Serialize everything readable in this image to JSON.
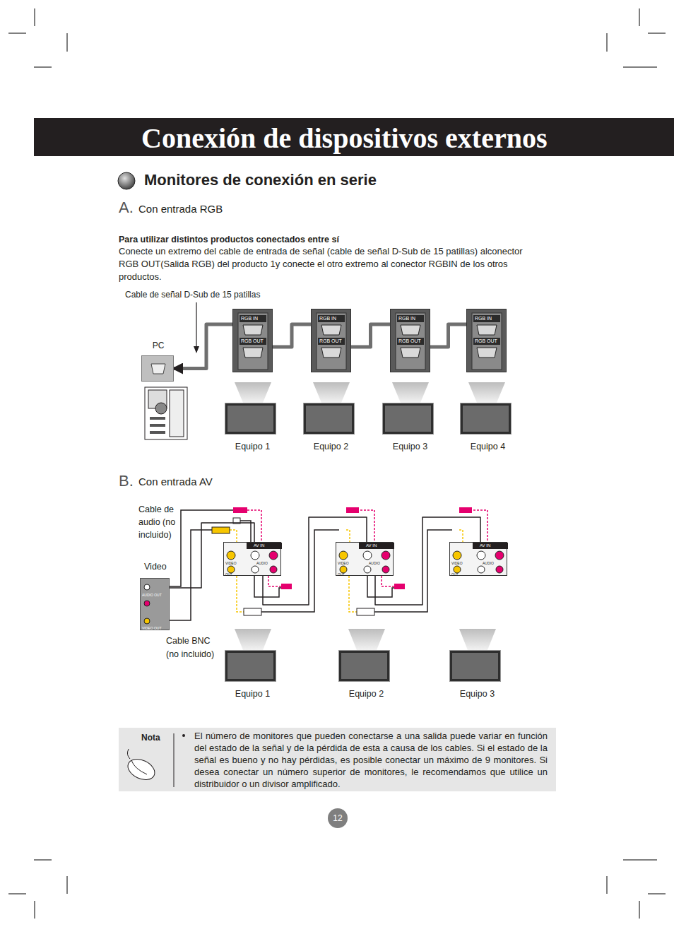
{
  "diagram": {
    "title": "Conexión de dispositivos externos",
    "nodes": [
      {
        "text": [
          "PC"
        ]
      },
      {
        "text": [
          "RGB IN",
          "RGB OUT"
        ]
      },
      {
        "text": [
          "RGB IN",
          "RGB OUT"
        ]
      },
      {
        "text": [
          "RGB IN",
          "RGB OUT"
        ]
      },
      {
        "text": [
          "RGB IN",
          "RGB OUT"
        ]
      },
      {
        "text": [
          "Equipo 1"
        ]
      },
      {
        "text": [
          "Equipo 2"
        ]
      },
      {
        "text": [
          "Equipo 3"
        ]
      },
      {
        "text": [
          "Equipo 4"
        ]
      },
      {
        "text": [
          "Video",
          "AUDIO OUT",
          "VIDEO OUT"
        ]
      },
      {
        "text": [
          "AV IN",
          "VIDEO",
          "AUDIO",
          "OUT"
        ]
      },
      {
        "text": [
          "AV IN",
          "VIDEO",
          "AUDIO",
          "OUT"
        ]
      },
      {
        "text": [
          "AV IN",
          "VIDEO",
          "AUDIO",
          "OUT"
        ]
      },
      {
        "text": [
          "Equipo 1"
        ]
      },
      {
        "text": [
          "Equipo 2"
        ]
      },
      {
        "text": [
          "Equipo 3"
        ]
      },
      {
        "text": [
          "Nota",
          "El número de monitores que pueden conectarse a una salida puede variar en función del estado de la señal y de la pérdida de esta a causa de los cables. Si el estado de la señal es bueno y no hay pérdidas, es posible conectar un máximo de 9 monitores. Si desea conectar un número superior de monitores, le recomendamos que utilice un distribuidor o un divisor amplificado."
        ]
      }
    ],
    "edges": [
      {
        "from": 1,
        "to": 0,
        "arrow": "to"
      },
      {
        "from": 1,
        "to": 2,
        "arrow": "none"
      },
      {
        "from": 2,
        "to": 3,
        "arrow": "none"
      },
      {
        "from": 3,
        "to": 4,
        "arrow": "none"
      },
      {
        "from": 9,
        "to": 10,
        "arrow": "none"
      },
      {
        "from": 10,
        "to": 11,
        "arrow": "none"
      },
      {
        "from": 11,
        "to": 12,
        "arrow": "none"
      }
    ],
    "labels": [
      "Monitores de conexión en serie",
      "A.",
      "Con entrada RGB",
      "Para utilizar distintos productos conectados entre sí",
      "Conecte un extremo del cable de entrada de señal (cable de señal D-Sub de 15 patillas) alconector RGB OUT(Salida RGB) del producto 1y conecte el otro extremo al conector RGBIN de los otros productos.",
      "Cable de señal D-Sub de 15 patillas",
      "B.",
      "Con entrada AV",
      "Cable de audio (no incluido)",
      "Cable BNC (no incluido)",
      "12"
    ]
  }
}
